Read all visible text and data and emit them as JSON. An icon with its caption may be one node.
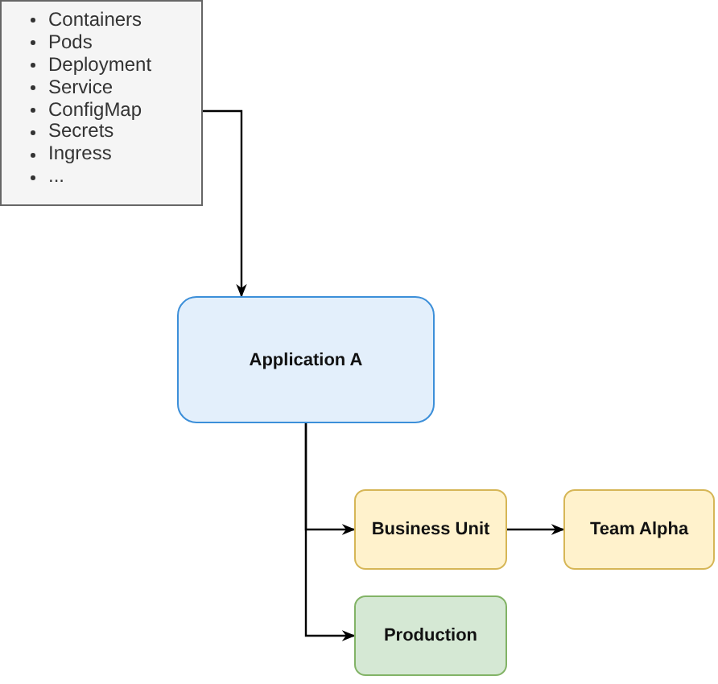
{
  "diagram": {
    "nodes": [
      {
        "text": [
          "Containers",
          "Pods",
          "Deployment",
          "Service",
          "ConfigMap",
          "Secrets",
          "Ingress",
          "..."
        ]
      },
      {
        "text": [
          "Application A"
        ]
      },
      {
        "text": [
          "Business Unit"
        ]
      },
      {
        "text": [
          "Team Alpha"
        ]
      },
      {
        "text": [
          "Production"
        ]
      }
    ],
    "edges": [
      {
        "from": 0,
        "to": 1,
        "arrow": "to"
      },
      {
        "from": 1,
        "to": 2,
        "arrow": "to"
      },
      {
        "from": 1,
        "to": 4,
        "arrow": "to"
      },
      {
        "from": 2,
        "to": 3,
        "arrow": "to"
      }
    ]
  }
}
